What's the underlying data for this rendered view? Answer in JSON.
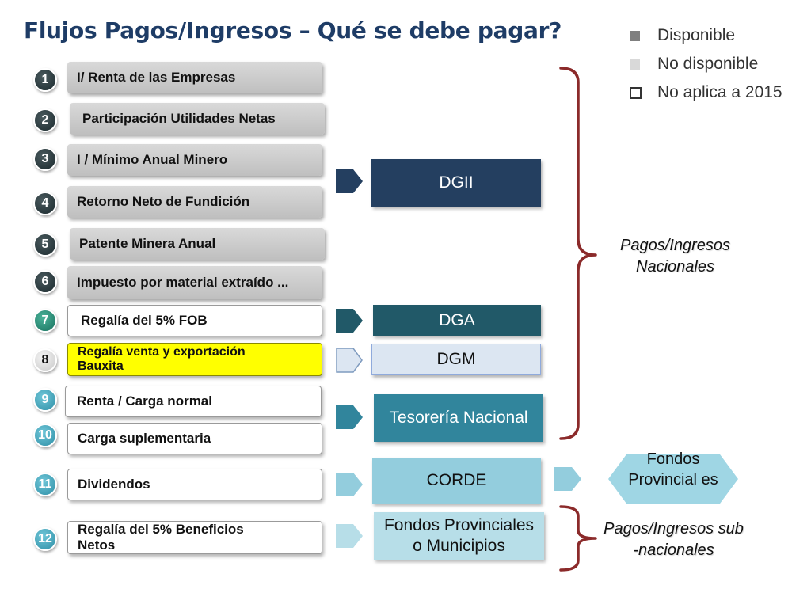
{
  "title": "Flujos Pagos/Ingresos – Qué se debe pagar?",
  "legend": [
    {
      "label": "Disponible",
      "swatch": "#7f7f7f"
    },
    {
      "label": "No disponible",
      "swatch": "#d9d9d9"
    },
    {
      "label": "No aplica a 2015",
      "swatch": "#ffffff"
    }
  ],
  "items": [
    {
      "num": "1",
      "label": "I/ Renta de las Empresas"
    },
    {
      "num": "2",
      "label": "Participación  Utilidades Netas"
    },
    {
      "num": "3",
      "label": "I / Mínimo Anual Minero"
    },
    {
      "num": "4",
      "label": "Retorno Neto de Fundición"
    },
    {
      "num": "5",
      "label": "Patente Minera Anual"
    },
    {
      "num": "6",
      "label": "Impuesto por material extraído ..."
    },
    {
      "num": "7",
      "label": "Regalía del 5% FOB"
    },
    {
      "num": "8",
      "label": "Regalía venta y exportación Bauxita"
    },
    {
      "num": "9",
      "label": "Renta / Carga normal"
    },
    {
      "num": "10",
      "label": "Carga suplementaria"
    },
    {
      "num": "11",
      "label": "Dividendos"
    },
    {
      "num": "12",
      "label": "Regalía del 5%  Beneficios Netos"
    }
  ],
  "agencies": {
    "dgii": "DGII",
    "dga": "DGA",
    "dgm": "DGM",
    "tesoreria": "Tesorería Nacional",
    "corde": "CORDE",
    "fondos_municipios": "Fondos Provinciales o Municipios"
  },
  "fondos_provinciales": "Fondos Provincial es",
  "captions": {
    "nacionales": "Pagos/Ingresos Nacionales",
    "subnacionales": "Pagos/Ingresos sub -nacionales"
  },
  "colors": {
    "title": "#1e3c66",
    "dgii": "#243f60",
    "dga": "#215968",
    "dgm": "#dce6f2",
    "tesoreria": "#31859c",
    "corde": "#93cddd",
    "fondos": "#b7dee8",
    "bracket": "#8b2a2a"
  }
}
